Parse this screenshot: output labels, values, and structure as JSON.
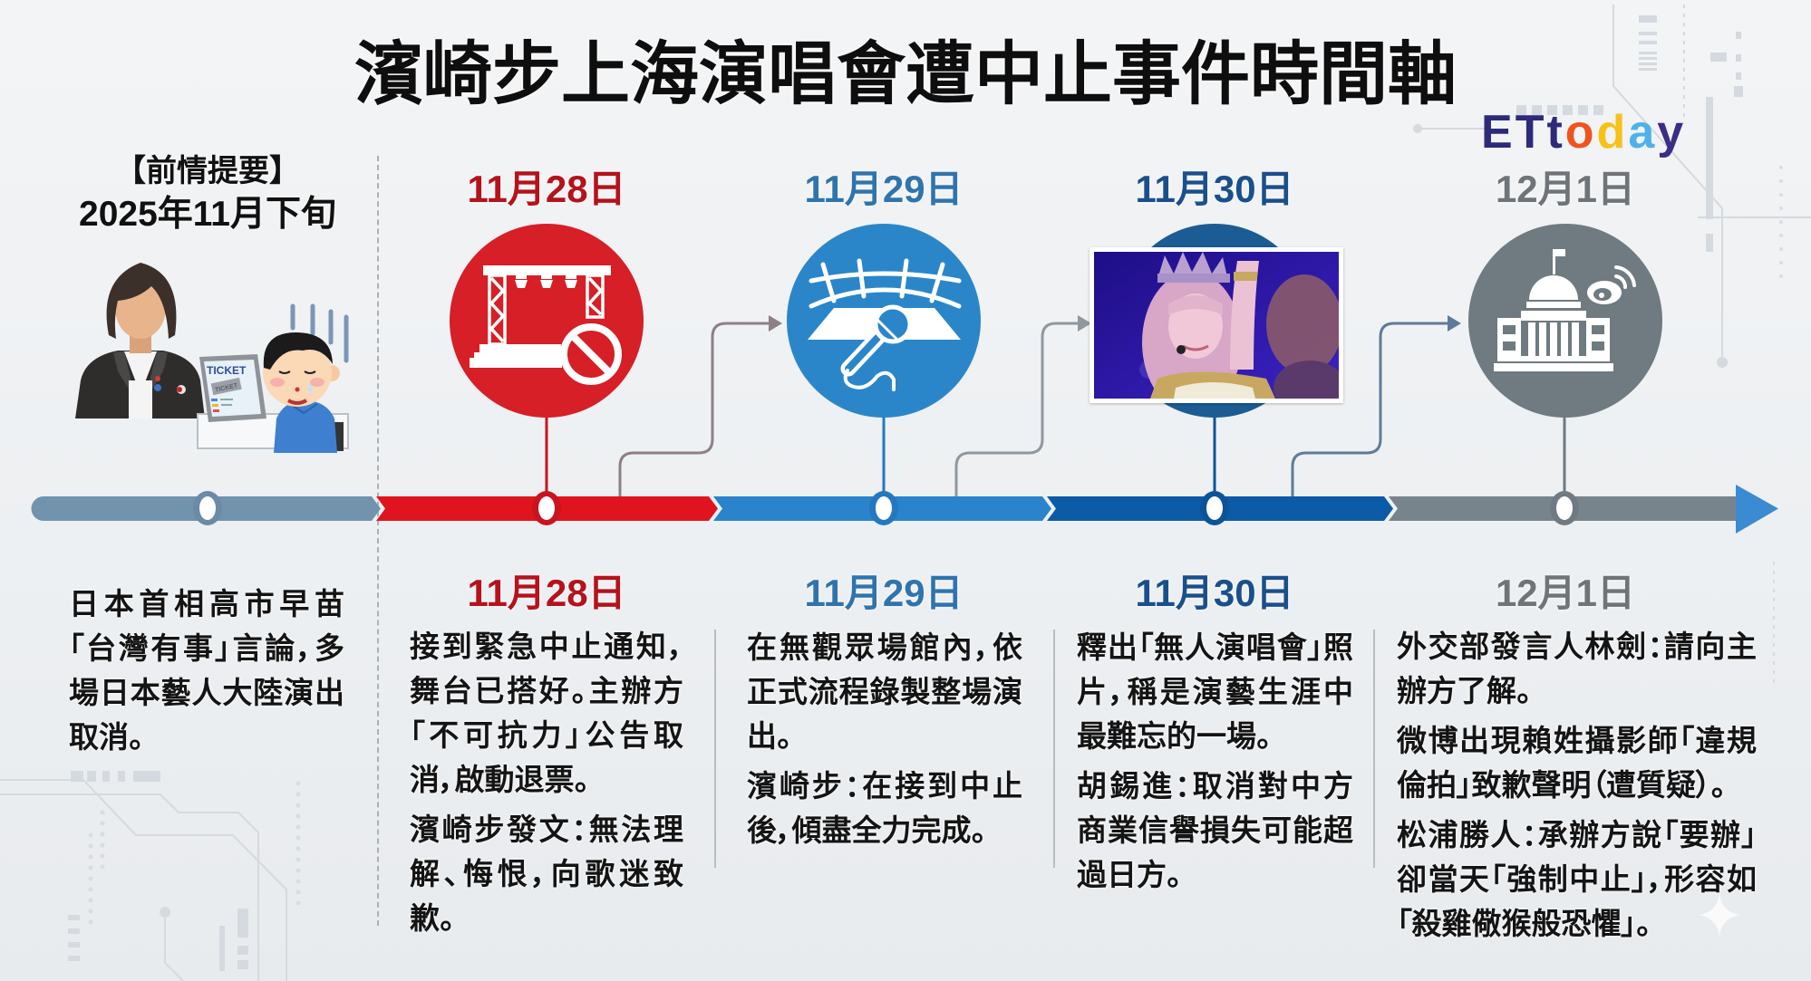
{
  "title": "濱崎步上海演唱會遭中止事件時間軸",
  "logo": {
    "text": "ETtoday",
    "letters": [
      {
        "char": "E",
        "color": "#2d2a7a"
      },
      {
        "char": "T",
        "color": "#2d2a7a"
      },
      {
        "char": "t",
        "color": "#2d2a7a"
      },
      {
        "char": "o",
        "color": "#f0541e"
      },
      {
        "char": "d",
        "color": "#f6c21a"
      },
      {
        "char": "a",
        "color": "#4eb2e8"
      },
      {
        "char": "y",
        "color": "#3a2d86"
      }
    ]
  },
  "prelude": {
    "heading": "【前情提要】",
    "period": "2025年11月下旬",
    "illustration": {
      "laptop_text": "TICKET",
      "ticket_text": "TICKET"
    },
    "node_color": "#6a8aa6",
    "paragraphs": [
      {
        "lines": [
          "日本首相高市早苗",
          "「台灣有事」言論，多",
          "場日本藝人大陸演出",
          "取消。"
        ]
      }
    ]
  },
  "events": [
    {
      "date": "11月28日",
      "date_color": "#b5121b",
      "circle_color": "#d61f26",
      "node_color": "#c8141e",
      "icon": "stage-cancelled-icon",
      "paragraphs": [
        {
          "lines": [
            "接到緊急中止通知，",
            "舞台已搭好。主辦方",
            "「不可抗力」公告取",
            "消，啟動退票。"
          ]
        },
        {
          "lines": [
            "濱崎步發文：無法理",
            "解、悔恨，向歌迷致",
            "歉。"
          ]
        }
      ]
    },
    {
      "date": "11月29日",
      "date_color": "#2f74ad",
      "circle_color": "#2b86c9",
      "node_color": "#2478c0",
      "icon": "arena-microphone-icon",
      "paragraphs": [
        {
          "lines": [
            "在無觀眾場館內，依",
            "正式流程錄製整場演",
            "出。"
          ]
        },
        {
          "lines": [
            "濱崎步：在接到中止",
            "後，傾盡全力完成。"
          ]
        }
      ]
    },
    {
      "date": "11月30日",
      "date_color": "#1a4f8c",
      "circle_color": "#1b5c94",
      "node_color": "#0c5399",
      "icon": "concert-photo",
      "paragraphs": [
        {
          "lines": [
            "釋出「無人演唱會」照",
            "片，稱是演藝生涯中",
            "最難忘的一場。"
          ]
        },
        {
          "lines": [
            "胡錫進：取消對中方",
            "商業信譽損失可能超",
            "過日方。"
          ]
        }
      ]
    },
    {
      "date": "12月1日",
      "date_color": "#6f7479",
      "circle_color": "#6f7a81",
      "node_color": "#6f7a82",
      "icon": "government-weibo-icon",
      "paragraphs": [
        {
          "lines": [
            "外交部發言人林劍：請向主",
            "辦方了解。"
          ]
        },
        {
          "lines": [
            "微博出現賴姓攝影師「違規",
            "倫拍」致歉聲明（遭質疑）。"
          ]
        },
        {
          "lines": [
            "松浦勝人：承辦方說「要辦」",
            "卻當天「強制中止」，形容如",
            "「殺雞儆猴般恐懼」。"
          ]
        }
      ]
    }
  ],
  "timeline": {
    "segment_colors": [
      "#7193ad",
      "#e0141e",
      "#2a84cb",
      "#0c5ba6",
      "#78848c"
    ],
    "arrow_color": "#3b8bd2",
    "connector_colors": [
      "#8e7f86",
      "#8f989f",
      "#5d7c99"
    ]
  }
}
